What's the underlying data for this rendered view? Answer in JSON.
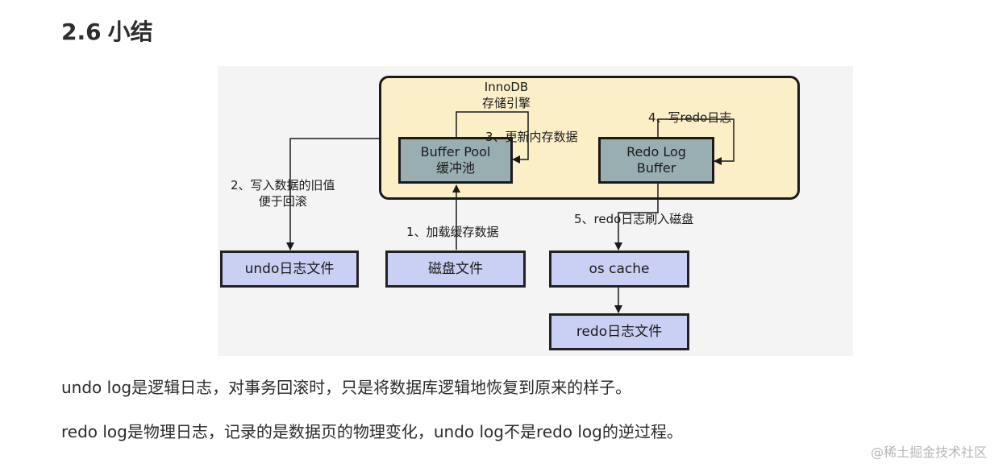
{
  "section": {
    "number": "2.6",
    "title": "小结"
  },
  "diagram": {
    "engine_title_line1": "InnoDB",
    "engine_title_line2": "存储引擎",
    "buffer_pool_line1": "Buffer Pool",
    "buffer_pool_line2": "缓冲池",
    "redo_buffer_line1": "Redo Log",
    "redo_buffer_line2": "Buffer",
    "undo_file": "undo日志文件",
    "disk_file": "磁盘文件",
    "os_cache": "os cache",
    "redo_file": "redo日志文件",
    "step1": "1、加载缓存数据",
    "step2_line1": "2、写入数据的旧值",
    "step2_line2": "便于回滚",
    "step3": "3、更新内存数据",
    "step4": "4、写redo日志",
    "step5": "5、redo日志刷入磁盘"
  },
  "paragraphs": {
    "undo": "undo log是逻辑日志，对事务回滚时，只是将数据库逻辑地恢复到原来的样子。",
    "redo": "redo log是物理日志，记录的是数据页的物理变化，undo log不是redo log的逆过程。"
  },
  "watermark": "@稀土掘金技术社区"
}
